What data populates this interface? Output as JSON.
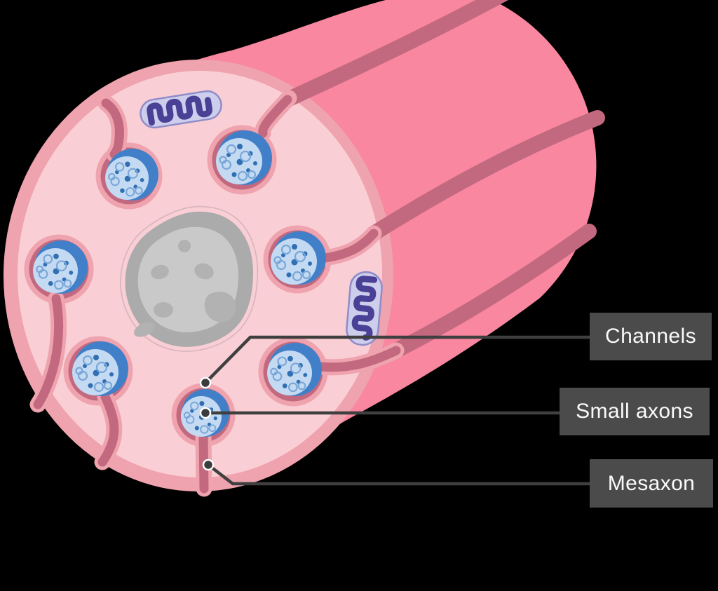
{
  "figure": {
    "type": "anatomy-cross-section-diagram",
    "background": "#000000",
    "axon_count": 7,
    "mitochondria_count": 2,
    "has_nucleus": true
  },
  "labels": [
    {
      "id": "channels",
      "text": "Channels"
    },
    {
      "id": "small-axons",
      "text": "Small axons"
    },
    {
      "id": "mesaxon",
      "text": "Mesaxon"
    }
  ],
  "colors": {
    "cylinder_pink": "#F8879F",
    "groove_dark_rose": "#C2697F",
    "rim_rose": "#EFA3AE",
    "face_light_pink": "#F9CFD5",
    "channel_wall_light": "#EFA3AE",
    "axon_outer_blue": "#4180C8",
    "axon_inner_blue": "#C4DAF2",
    "axon_dot_blue": "#2F6FB2",
    "nucleus_outer_gray": "#ABABAB",
    "nucleus_inner_gray": "#C9C9C9",
    "nucleus_spot_gray": "#B2B2B2",
    "mitochondrion_body": "#CDCDEC",
    "mitochondrion_outline": "#8F8CC9",
    "mitochondrion_cristae": "#4A4096",
    "leader_line": "#3F3F3F",
    "label_background": "#4B4B4B",
    "label_text": "#FAFAFA"
  }
}
